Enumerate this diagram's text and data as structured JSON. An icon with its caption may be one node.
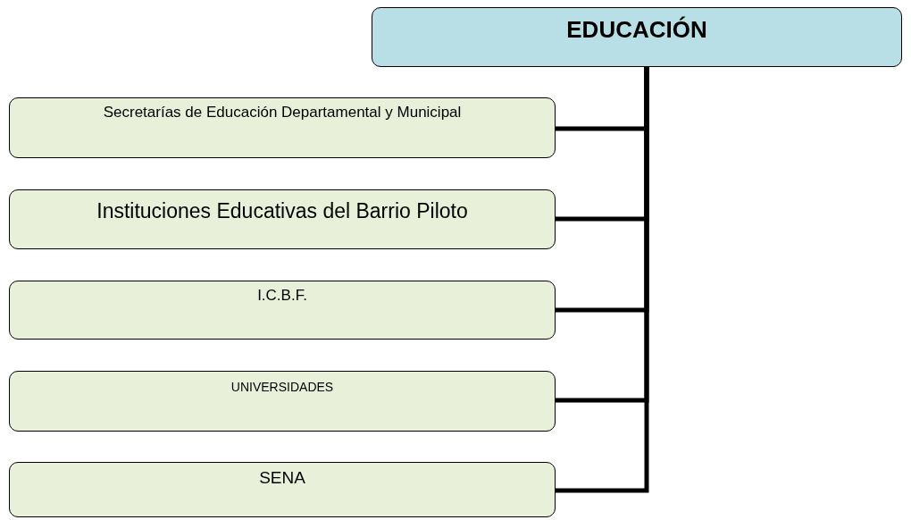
{
  "diagram": {
    "nodes": [
      {
        "text": [
          "EDUCACIÓN"
        ]
      },
      {
        "text": [
          "Secretarías de Educación Departamental y Municipal"
        ]
      },
      {
        "text": [
          "Instituciones Educativas del Barrio Piloto"
        ]
      },
      {
        "text": [
          "I.C.B.F."
        ]
      },
      {
        "text": [
          "UNIVERSIDADES"
        ]
      },
      {
        "text": [
          "SENA"
        ]
      }
    ],
    "edges": [
      {
        "from": 1,
        "to": 0,
        "arrow": "none"
      },
      {
        "from": 2,
        "to": 0,
        "arrow": "none"
      },
      {
        "from": 3,
        "to": 0,
        "arrow": "none"
      },
      {
        "from": 4,
        "to": 0,
        "arrow": "none"
      },
      {
        "from": 5,
        "to": 0,
        "arrow": "none"
      }
    ]
  }
}
